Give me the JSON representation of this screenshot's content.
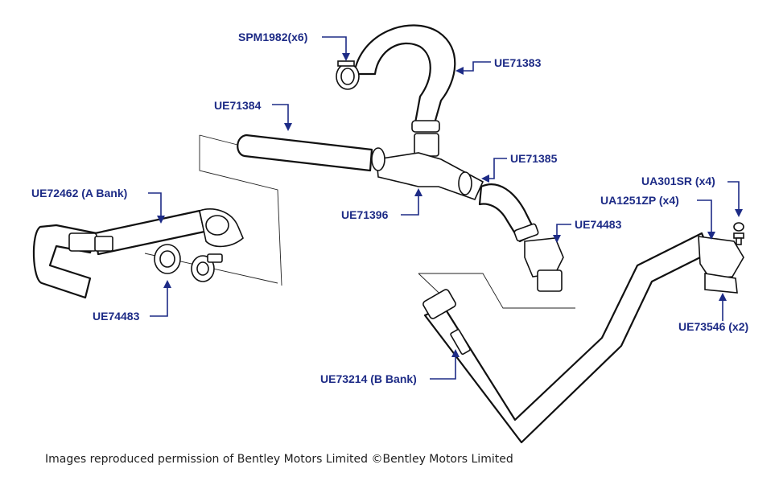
{
  "labels": {
    "spm1982": "SPM1982(x6)",
    "ue71383": "UE71383",
    "ue71384": "UE71384",
    "ue71385": "UE71385",
    "ue71396": "UE71396",
    "ue74483_right": "UE74483",
    "ue72462": "UE72462 (A Bank)",
    "ue74483_left": "UE74483",
    "ua301sr": "UA301SR (x4)",
    "ua1251zp": "UA1251ZP (x4)",
    "ue73546": "UE73546 (x2)",
    "ue73214": "UE73214 (B Bank)"
  },
  "credit": "Images reproduced permission of Bentley Motors Limited ©Bentley Motors Limited",
  "colors": {
    "label": "#1d2b86",
    "outline": "#111111",
    "background": "#ffffff"
  }
}
